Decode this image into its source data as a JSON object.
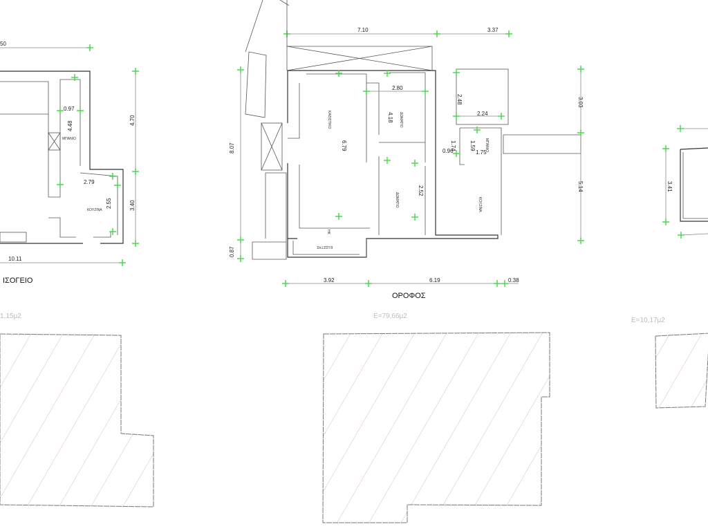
{
  "plans": {
    "ground": {
      "title": "ΙΣΟΓΕΙΟ",
      "dims": {
        "top": "50",
        "bath_w": "0.97",
        "bath_h": "4.48",
        "kitchen_w": "2.79",
        "kitchen_h": "2.55",
        "right_upper": "4.70",
        "right_lower": "3.40",
        "bottom": "10.11"
      },
      "rooms": {
        "bath": "ΜΠΑΝΙΟ",
        "kitchen": "ΚΟΥΖΙΝΑ"
      }
    },
    "upper": {
      "title": "ΟΡΟΦΟΣ",
      "dims": {
        "top_left": "7.10",
        "top_right": "3.37",
        "living_h": "6.79",
        "room1_w": "2.80",
        "room1_h": "4.18",
        "balc_h": "2.48",
        "balc_w": "2.24",
        "right_upper": "3.03",
        "right_lower": "5.14",
        "hall_h": "1.74",
        "hall_w": "0.96",
        "bath_h": "1.59",
        "bath_w": "1.75",
        "room2_h": "2.52",
        "left_main": "8.07",
        "left_small": "0.87",
        "bottom_1": "3.92",
        "bottom_2": "6.19",
        "bottom_3": "0.38"
      },
      "rooms": {
        "living": "ΚΑΘΙΣΤΙΚΟ",
        "room1": "ΔΩΜΑΤΙΟ",
        "room2": "ΔΩΜΑΤΙΟ",
        "bath": "ΜΠΑΝΙΟ",
        "kitchen": "ΚΟΥΖΙΝΑ",
        "wc": "ΗΚ",
        "balcony": "ΕΞΩΣΤΗΣ"
      }
    },
    "roof": {
      "dims": {
        "left": "3.41"
      }
    }
  },
  "areas": {
    "ground": "1,15μ2",
    "upper": "Ε=79,66μ2",
    "roof": "Ε=10,17μ2"
  },
  "colors": {
    "dimension_marker": "#4cd94c",
    "hatch": "#d9a0a0"
  }
}
